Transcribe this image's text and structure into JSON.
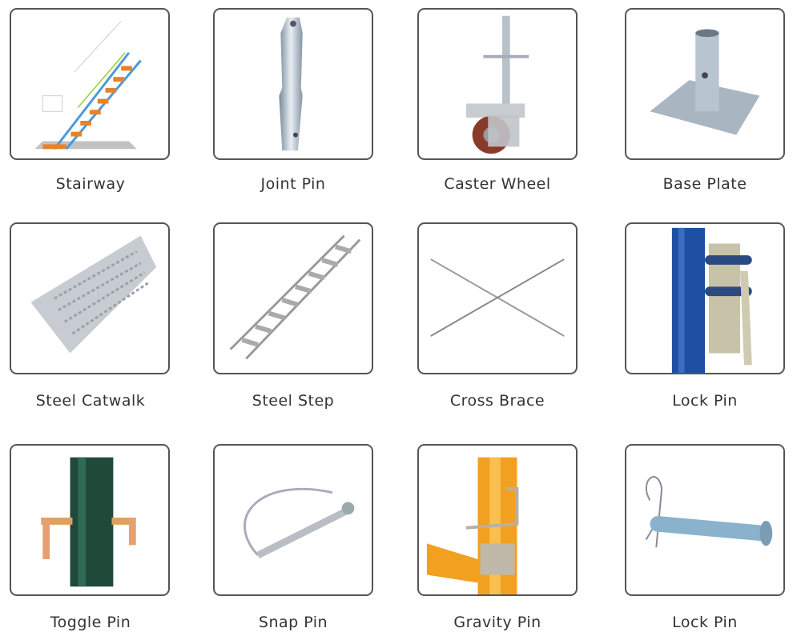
{
  "items": [
    {
      "label": "Stairway",
      "icon": "stairway-icon"
    },
    {
      "label": "Joint  Pin",
      "icon": "joint-pin-icon"
    },
    {
      "label": "Caster  Wheel",
      "icon": "caster-wheel-icon"
    },
    {
      "label": "Base  Plate",
      "icon": "base-plate-icon"
    },
    {
      "label": "Steel Catwalk",
      "icon": "steel-catwalk-icon"
    },
    {
      "label": "Steel Step",
      "icon": "steel-step-icon"
    },
    {
      "label": "Cross Brace",
      "icon": "cross-brace-icon"
    },
    {
      "label": "Lock Pin",
      "icon": "lock-pin-frame-icon"
    },
    {
      "label": "Toggle Pin",
      "icon": "toggle-pin-icon"
    },
    {
      "label": "Snap Pin",
      "icon": "snap-pin-icon"
    },
    {
      "label": "Gravity Pin",
      "icon": "gravity-pin-icon"
    },
    {
      "label": "Lock Pin",
      "icon": "lock-pin-clevis-icon"
    }
  ],
  "colors": {
    "border": "#555555",
    "text": "#333333",
    "blue_frame": "#1f4fa0",
    "orange": "#f2a020",
    "green_tube": "#1f4a3a"
  }
}
